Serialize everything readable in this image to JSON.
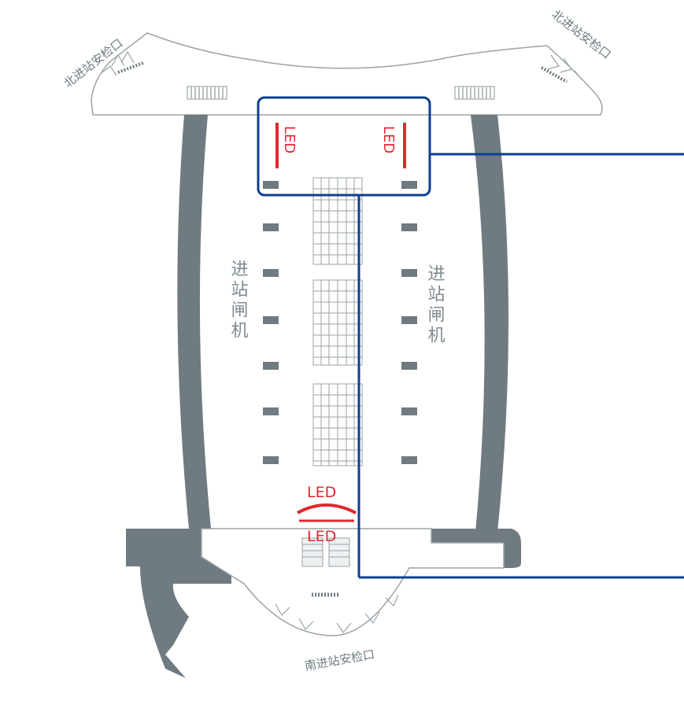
{
  "labels": {
    "north_security_left": "北进站安检口",
    "north_security_right": "北进站安检口",
    "south_security": "南进站安检口",
    "gates_left": "进站闸机",
    "gates_right": "进站闸机",
    "led_left": "LED",
    "led_right": "LED",
    "led_south_top": "LED",
    "led_south_bottom": "LED"
  },
  "colors": {
    "structure": "#6f7b80",
    "outline": "#9aa3a7",
    "led": "#e0282f",
    "highlight": "#0d3f8f",
    "gate": "#7f8a8f"
  }
}
